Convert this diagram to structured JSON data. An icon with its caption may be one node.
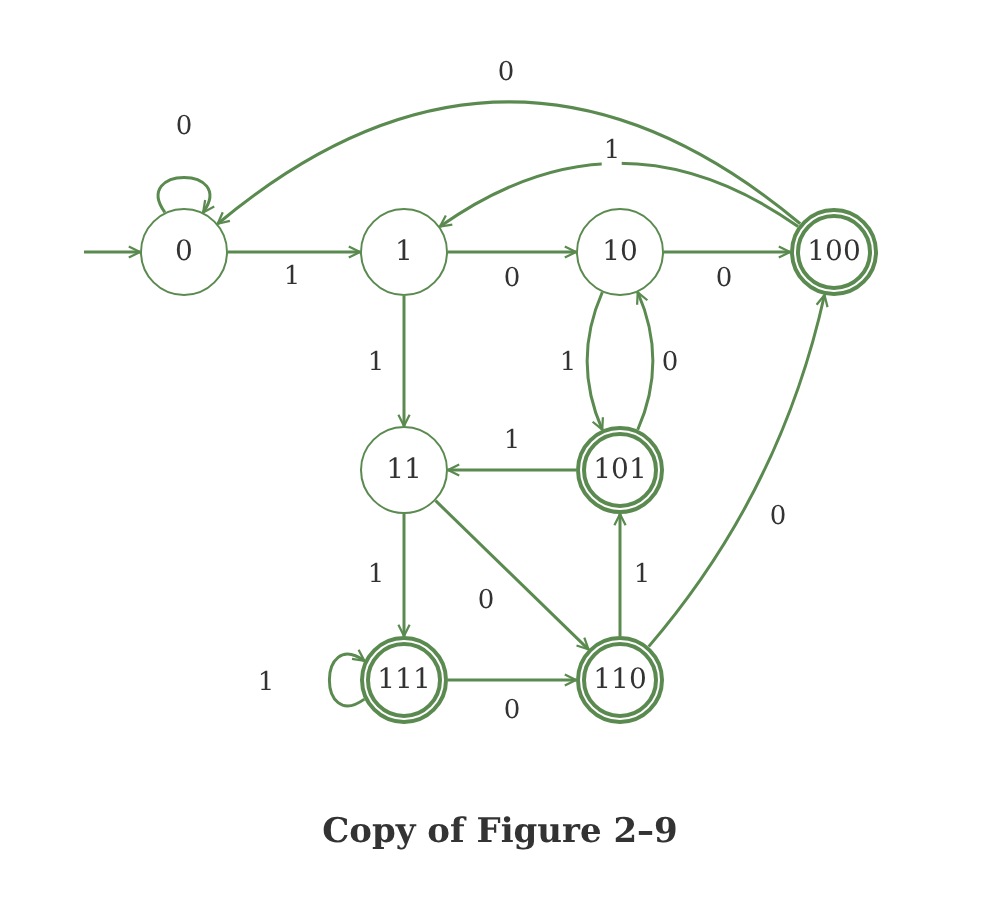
{
  "diagram": {
    "caption": "Copy of Figure 2–9",
    "nodes": [
      {
        "text": [
          "0"
        ]
      },
      {
        "text": [
          "1"
        ]
      },
      {
        "text": [
          "10"
        ]
      },
      {
        "text": [
          "100"
        ]
      },
      {
        "text": [
          "11"
        ]
      },
      {
        "text": [
          "101"
        ]
      },
      {
        "text": [
          "111"
        ]
      },
      {
        "text": [
          "110"
        ]
      }
    ],
    "edges": [
      {
        "from": null,
        "to": 0,
        "arrow": "to"
      },
      {
        "from": 0,
        "to": 0,
        "label": "0",
        "arrow": "to"
      },
      {
        "from": 0,
        "to": 1,
        "label": "1",
        "arrow": "to"
      },
      {
        "from": 1,
        "to": 2,
        "label": "0",
        "arrow": "to"
      },
      {
        "from": 2,
        "to": 3,
        "label": "0",
        "arrow": "to"
      },
      {
        "from": 3,
        "to": 0,
        "label": "0",
        "arrow": "to"
      },
      {
        "from": 3,
        "to": 1,
        "label": "1",
        "arrow": "to"
      },
      {
        "from": 1,
        "to": 4,
        "label": "1",
        "arrow": "to"
      },
      {
        "from": 2,
        "to": 5,
        "label": "1",
        "arrow": "to"
      },
      {
        "from": 5,
        "to": 2,
        "label": "0",
        "arrow": "to"
      },
      {
        "from": 5,
        "to": 4,
        "label": "1",
        "arrow": "to"
      },
      {
        "from": 4,
        "to": 6,
        "label": "1",
        "arrow": "to"
      },
      {
        "from": 4,
        "to": 7,
        "label": "0",
        "arrow": "to"
      },
      {
        "from": 6,
        "to": 6,
        "label": "1",
        "arrow": "to"
      },
      {
        "from": 6,
        "to": 7,
        "label": "0",
        "arrow": "to"
      },
      {
        "from": 7,
        "to": 5,
        "label": "1",
        "arrow": "to"
      },
      {
        "from": 7,
        "to": 3,
        "label": "0",
        "arrow": "to"
      }
    ]
  }
}
